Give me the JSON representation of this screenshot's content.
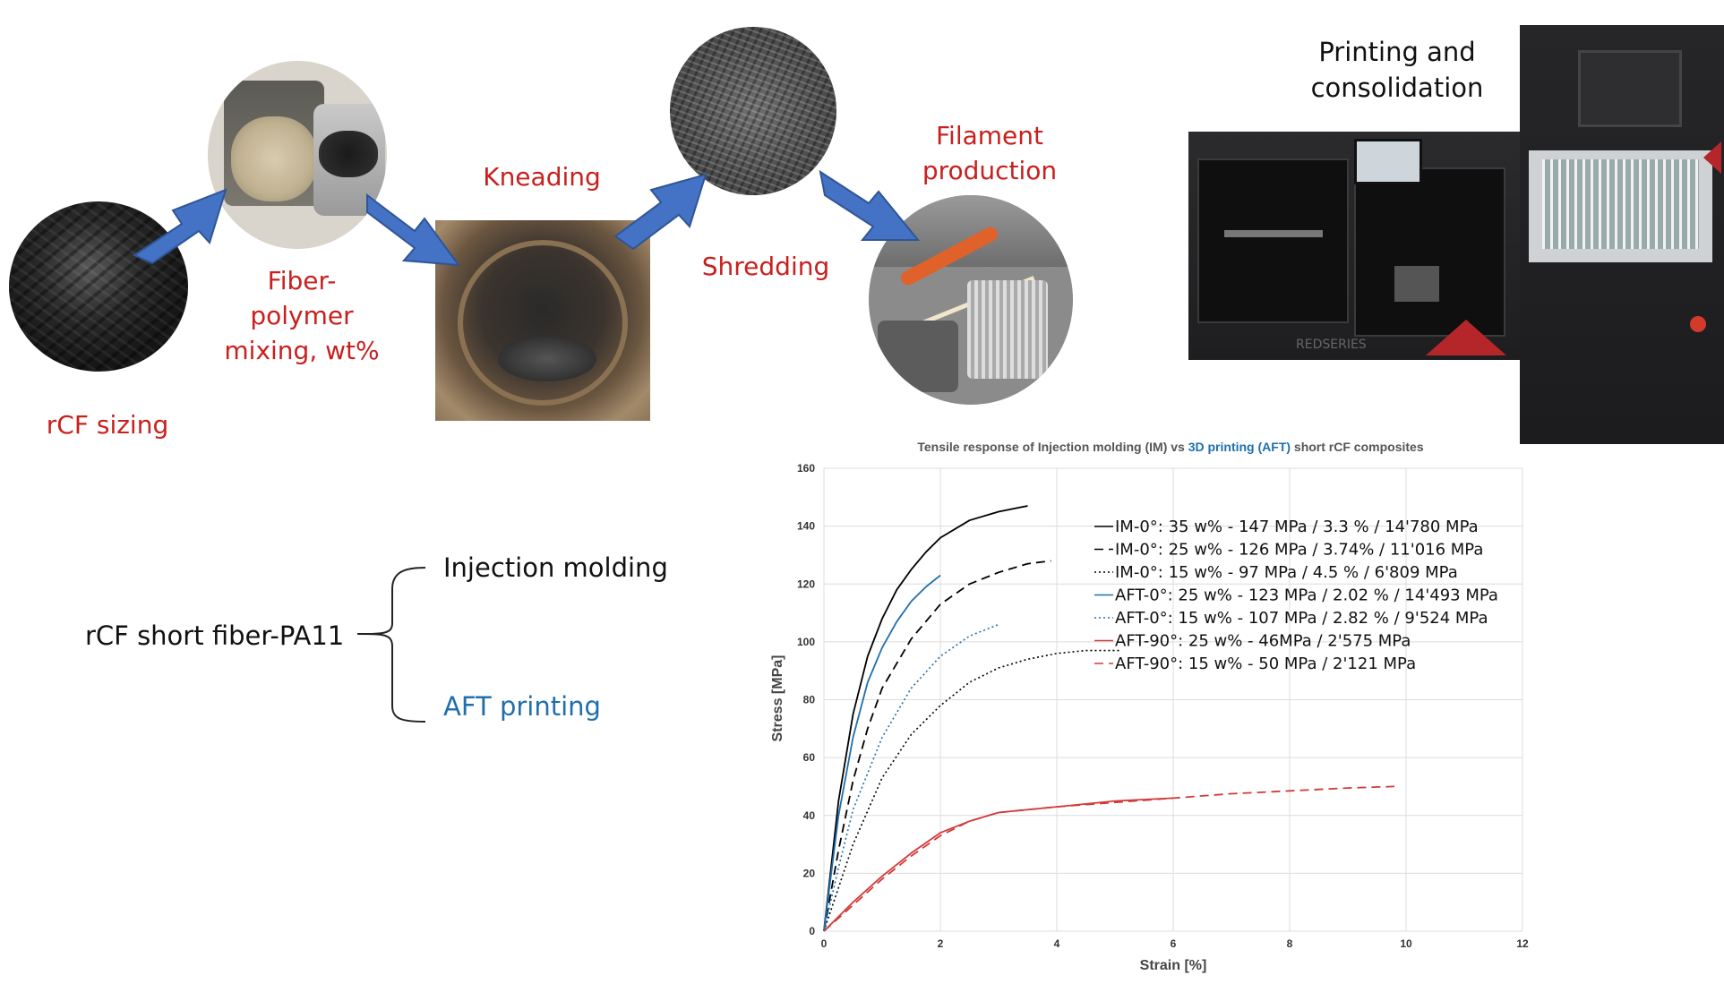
{
  "colors": {
    "step_red": "#c8201e",
    "arrow_blue": "#4472c4",
    "aft_blue": "#1f6fae",
    "im_black": "#000000",
    "aft90_red": "#d23a3a"
  },
  "process": {
    "steps": [
      {
        "label": "rCF sizing"
      },
      {
        "label": "Fiber-polymer mixing, wt%"
      },
      {
        "label": "Kneading"
      },
      {
        "label": "Shredding"
      },
      {
        "label": "Filament production"
      }
    ],
    "printing_label": "Printing and consolidation"
  },
  "branch": {
    "root": "rCF short fiber-PA11",
    "top": "Injection molding",
    "bottom": "AFT printing"
  },
  "chart_data": {
    "type": "line",
    "title_part1": "Tensile response of Injection molding (IM) vs ",
    "title_part2": "3D printing (AFT)",
    "title_part3": " short rCF composites",
    "xlabel": "Strain [%]",
    "ylabel": "Stress [MPa]",
    "xlim": [
      0,
      12
    ],
    "ylim": [
      0,
      160
    ],
    "xticks": [
      0,
      2,
      4,
      6,
      8,
      10,
      12
    ],
    "yticks": [
      0,
      20,
      40,
      60,
      80,
      100,
      120,
      140,
      160
    ],
    "grid": true,
    "legend_position": "top-right",
    "series": [
      {
        "name": "IM-0°:  35 w%  - 147 MPa / 3.3 % / 14'780 MPa",
        "color": "#000000",
        "dash": "solid",
        "x": [
          0,
          0.25,
          0.5,
          0.75,
          1,
          1.25,
          1.5,
          1.75,
          2,
          2.5,
          3,
          3.5
        ],
        "y": [
          0,
          45,
          75,
          95,
          108,
          118,
          125,
          131,
          136,
          142,
          145,
          147
        ]
      },
      {
        "name": "IM-0°:  25 w% - 126 MPa / 3.74% / 11'016 MPa",
        "color": "#000000",
        "dash": "dashed",
        "x": [
          0,
          0.25,
          0.5,
          0.75,
          1,
          1.5,
          2,
          2.5,
          3,
          3.5,
          3.9
        ],
        "y": [
          0,
          28,
          52,
          70,
          84,
          101,
          113,
          120,
          124,
          127,
          128
        ]
      },
      {
        "name": "IM-0°: 15 w% - 97 MPa / 4.5 % / 6'809 MPa",
        "color": "#000000",
        "dash": "dotted",
        "x": [
          0,
          0.5,
          1,
          1.5,
          2,
          2.5,
          3,
          3.5,
          4,
          4.5,
          5.1
        ],
        "y": [
          0,
          30,
          53,
          68,
          78,
          86,
          91,
          94,
          96,
          97,
          97
        ]
      },
      {
        "name": "AFT-0°: 25 w%  - 123 MPa / 2.02 % / 14'493 MPa",
        "color": "#1f6fae",
        "dash": "solid",
        "x": [
          0,
          0.25,
          0.5,
          0.75,
          1,
          1.25,
          1.5,
          1.75,
          2.0
        ],
        "y": [
          0,
          40,
          67,
          86,
          98,
          107,
          114,
          119,
          123
        ]
      },
      {
        "name": "AFT-0°: 15 w% - 107 MPa / 2.82 % / 9'524 MPa",
        "color": "#1f6fae",
        "dash": "dotted",
        "x": [
          0,
          0.25,
          0.5,
          1,
          1.5,
          2,
          2.5,
          3.0
        ],
        "y": [
          0,
          22,
          42,
          67,
          84,
          95,
          102,
          106
        ]
      },
      {
        "name": "AFT-90°: 25 w% - 46MPa  / 2'575 MPa",
        "color": "#d23a3a",
        "dash": "solid",
        "x": [
          0,
          0.5,
          1,
          1.5,
          2,
          2.5,
          3,
          4,
          5,
          6
        ],
        "y": [
          0,
          10,
          19,
          27,
          34,
          38,
          41,
          43,
          45,
          46
        ]
      },
      {
        "name": "AFT-90°: 15 w% - 50 MPa  / 2'121 MPa",
        "color": "#d23a3a",
        "dash": "dashed",
        "x": [
          0,
          0.5,
          1,
          1.5,
          2,
          2.5,
          3,
          4,
          5,
          6,
          7,
          8,
          9,
          9.8
        ],
        "y": [
          0,
          9,
          18,
          26,
          33,
          38,
          41,
          43,
          44.5,
          46,
          47.5,
          48.5,
          49.5,
          50
        ]
      }
    ]
  }
}
